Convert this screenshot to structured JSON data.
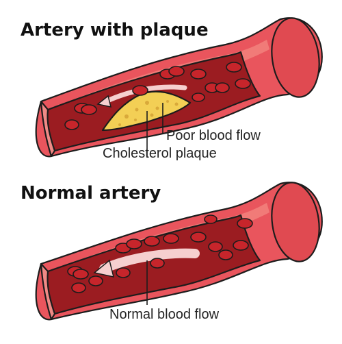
{
  "diagram": {
    "panels": [
      {
        "title": "Artery with plaque",
        "labels": {
          "flow": "Poor blood flow",
          "plaque": "Cholesterol plaque"
        }
      },
      {
        "title": "Normal artery",
        "labels": {
          "flow": "Normal blood flow"
        }
      }
    ],
    "colors": {
      "vessel_wall": "#e9555d",
      "vessel_wall_light": "#f2857f",
      "lumen": "#9b1c21",
      "red_blood_cell": "#c7252b",
      "plaque": "#f3cf55",
      "flow_arrow": "#f6cfcf"
    }
  }
}
